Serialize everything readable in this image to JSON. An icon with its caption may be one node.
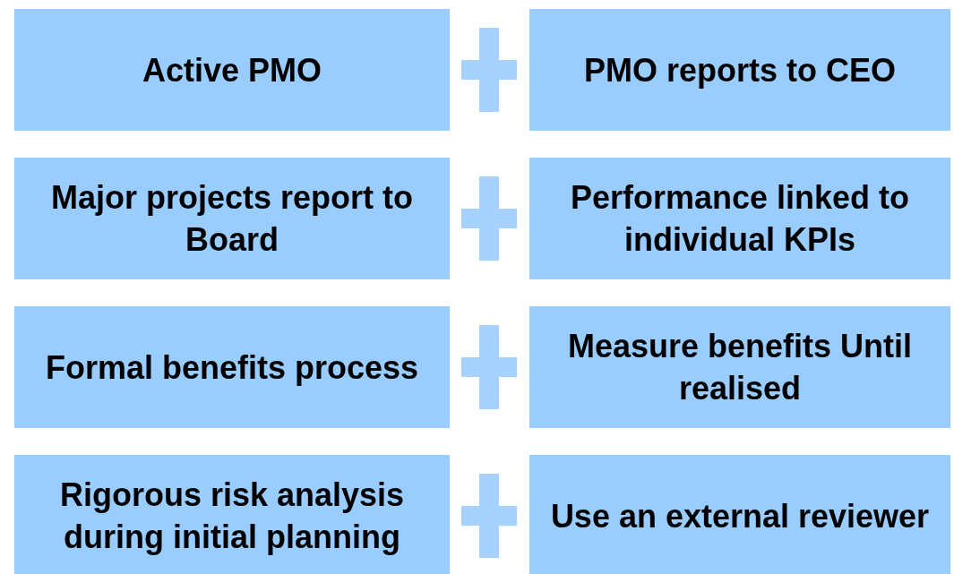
{
  "diagram": {
    "nodes": [
      {
        "text": [
          "Active PMO"
        ]
      },
      {
        "text": [
          "PMO reports to CEO"
        ]
      },
      {
        "text": [
          "Major projects report to Board"
        ]
      },
      {
        "text": [
          "Performance linked to individual KPIs"
        ]
      },
      {
        "text": [
          "Formal benefits process"
        ]
      },
      {
        "text": [
          "Measure benefits Until realised"
        ]
      },
      {
        "text": [
          "Rigorous risk analysis during initial planning"
        ]
      },
      {
        "text": [
          "Use an external reviewer"
        ]
      }
    ]
  }
}
